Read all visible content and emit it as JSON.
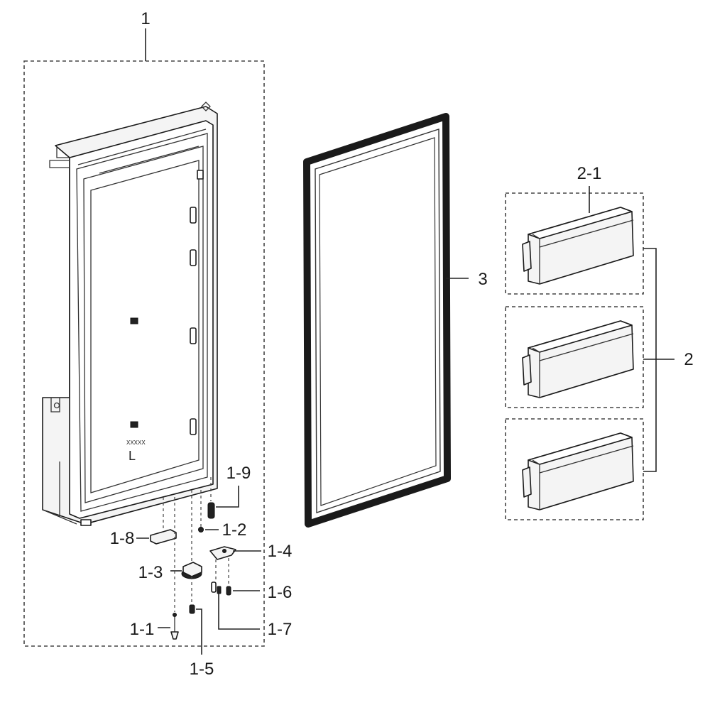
{
  "diagram": {
    "labels": {
      "door_assembly": "1",
      "part_1_1": "1-1",
      "part_1_2": "1-2",
      "part_1_3": "1-3",
      "part_1_4": "1-4",
      "part_1_5": "1-5",
      "part_1_6": "1-6",
      "part_1_7": "1-7",
      "part_1_8": "1-8",
      "part_1_9": "1-9",
      "gasket": "3",
      "guard_group": "2",
      "guard_single": "2-1",
      "door_marking": "L"
    }
  }
}
